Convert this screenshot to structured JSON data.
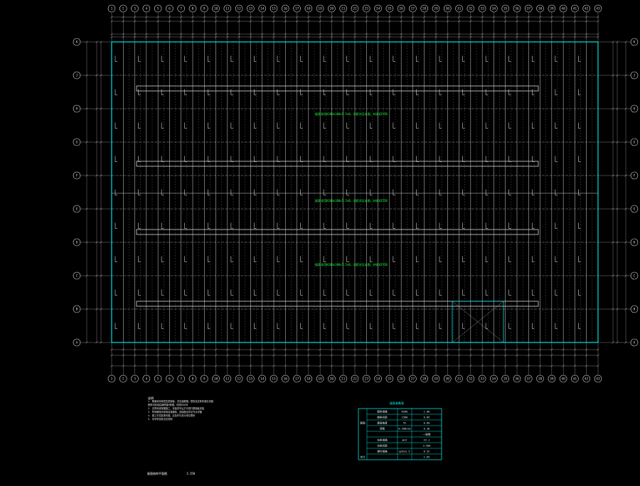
{
  "drawing": {
    "title": "屋面结构平面图",
    "scale": "1:150"
  },
  "notes": {
    "heading": "说明",
    "lines": [
      "1. 屋面采用单层压型钢板，详见建筑图，檩条及拉条布置见本图",
      "   檩条均采用高频焊接H型钢，材质Q355B",
      "2. 支撑系统按图施工，安装完毕后方可进行屋面板安装",
      "3. 所有螺栓均采用高强螺栓，连接做法详见节点详图",
      "4. 施工中如发现问题，应及时与设计单位联系",
      "5. 未尽事宜参见总说明"
    ]
  },
  "green_notes": [
    "檩条采用H200x100x5.5x8，间距详见本图，材质Q355B",
    "檩条采用H200x100x5.5x8，间距详见本图，材质Q355B",
    "檩条采用H200x100x5.5x8，间距详见本图，材质Q355B"
  ],
  "grid_numbers": [
    "1",
    "2",
    "3",
    "4",
    "5",
    "6",
    "7",
    "8",
    "9",
    "10",
    "11",
    "12",
    "13",
    "14",
    "15",
    "16",
    "17",
    "18",
    "19",
    "20",
    "21",
    "22",
    "23",
    "24",
    "25",
    "26",
    "27",
    "28",
    "29",
    "30",
    "31",
    "32",
    "33",
    "34",
    "35",
    "36",
    "37",
    "38",
    "39",
    "40",
    "41",
    "42",
    "43"
  ],
  "grid_letters": [
    "K",
    "J",
    "H",
    "G",
    "F",
    "E",
    "D",
    "C",
    "B",
    "A"
  ],
  "table": {
    "title": "檩条参数表",
    "rows": [
      [
        "",
        "檩条规格",
        "H200",
        "1.00"
      ],
      [
        "",
        "檩条间距",
        "1500",
        "0.85"
      ],
      [
        "屋面",
        "屋面坡度",
        "5%",
        "0.60"
      ],
      [
        "",
        "荷载",
        "0.5kN/m2",
        "0.30"
      ],
      [
        "",
        "",
        "",
        "一级钢"
      ],
      [
        "",
        "拉条规格",
        "φ12",
        "22.1"
      ],
      [
        "",
        "拉条间距",
        "",
        "3.500"
      ],
      [
        "",
        "撑杆规格",
        "φ32x2.5",
        "0.52"
      ],
      [
        "合计",
        "",
        "",
        "1.65"
      ]
    ]
  },
  "colors": {
    "background": "#000000",
    "outline": "#00e0e0",
    "lines": "#d8d8d8",
    "note": "#20ff40"
  }
}
